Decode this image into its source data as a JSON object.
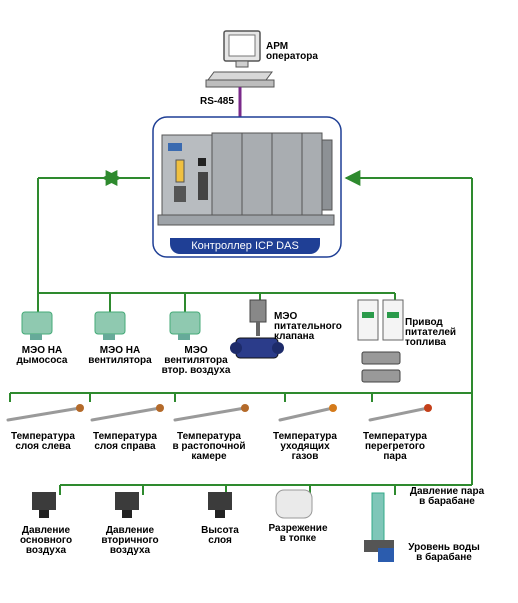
{
  "operator": {
    "line1": "АРМ",
    "line2": "оператора"
  },
  "bus": {
    "label": "RS-485"
  },
  "controller": {
    "caption": "Контроллер ICP DAS"
  },
  "actuators": [
    {
      "id": "meo-smoke",
      "lines": [
        "МЭО НА",
        "дымососа"
      ]
    },
    {
      "id": "meo-fan",
      "lines": [
        "МЭО НА",
        "вентилятора"
      ]
    },
    {
      "id": "meo-secondary-fan",
      "lines": [
        "МЭО",
        "вентилятора",
        "втор. воздуха"
      ]
    },
    {
      "id": "meo-feed-valve",
      "lines": [
        "МЭО",
        "питательного",
        "клапана"
      ]
    },
    {
      "id": "fuel-feeder-drive",
      "lines": [
        "Привод",
        "питателей",
        "топлива"
      ]
    }
  ],
  "temperatures": [
    {
      "id": "t-layer-left",
      "lines": [
        "Температура",
        "слоя слева"
      ]
    },
    {
      "id": "t-layer-right",
      "lines": [
        "Температура",
        "слоя справа"
      ]
    },
    {
      "id": "t-furnace",
      "lines": [
        "Температура",
        "в растопочной",
        "камере"
      ]
    },
    {
      "id": "t-flue-gas",
      "lines": [
        "Температура",
        "уходящих",
        "газов"
      ]
    },
    {
      "id": "t-superheated",
      "lines": [
        "Температура",
        "перегретого",
        "пара"
      ]
    }
  ],
  "pressures": [
    {
      "id": "p-primary-air",
      "lines": [
        "Давление",
        "основного",
        "воздуха"
      ]
    },
    {
      "id": "p-secondary-air",
      "lines": [
        "Давление",
        "вторичного",
        "воздуха"
      ]
    },
    {
      "id": "layer-height",
      "lines": [
        "Высота",
        "слоя"
      ]
    },
    {
      "id": "furnace-vacuum",
      "lines": [
        "Разрежение",
        "в топке"
      ]
    }
  ],
  "drum": [
    {
      "id": "steam-pressure",
      "lines": [
        "Давление пара",
        "в барабане"
      ]
    },
    {
      "id": "water-level",
      "lines": [
        "Уровень воды",
        "в барабане"
      ]
    }
  ],
  "colors": {
    "bus": "#2e8a2e",
    "rs485": "#7a2a8a",
    "panel_border": "#1f3f95",
    "caption_bg": "#1f3f95"
  }
}
